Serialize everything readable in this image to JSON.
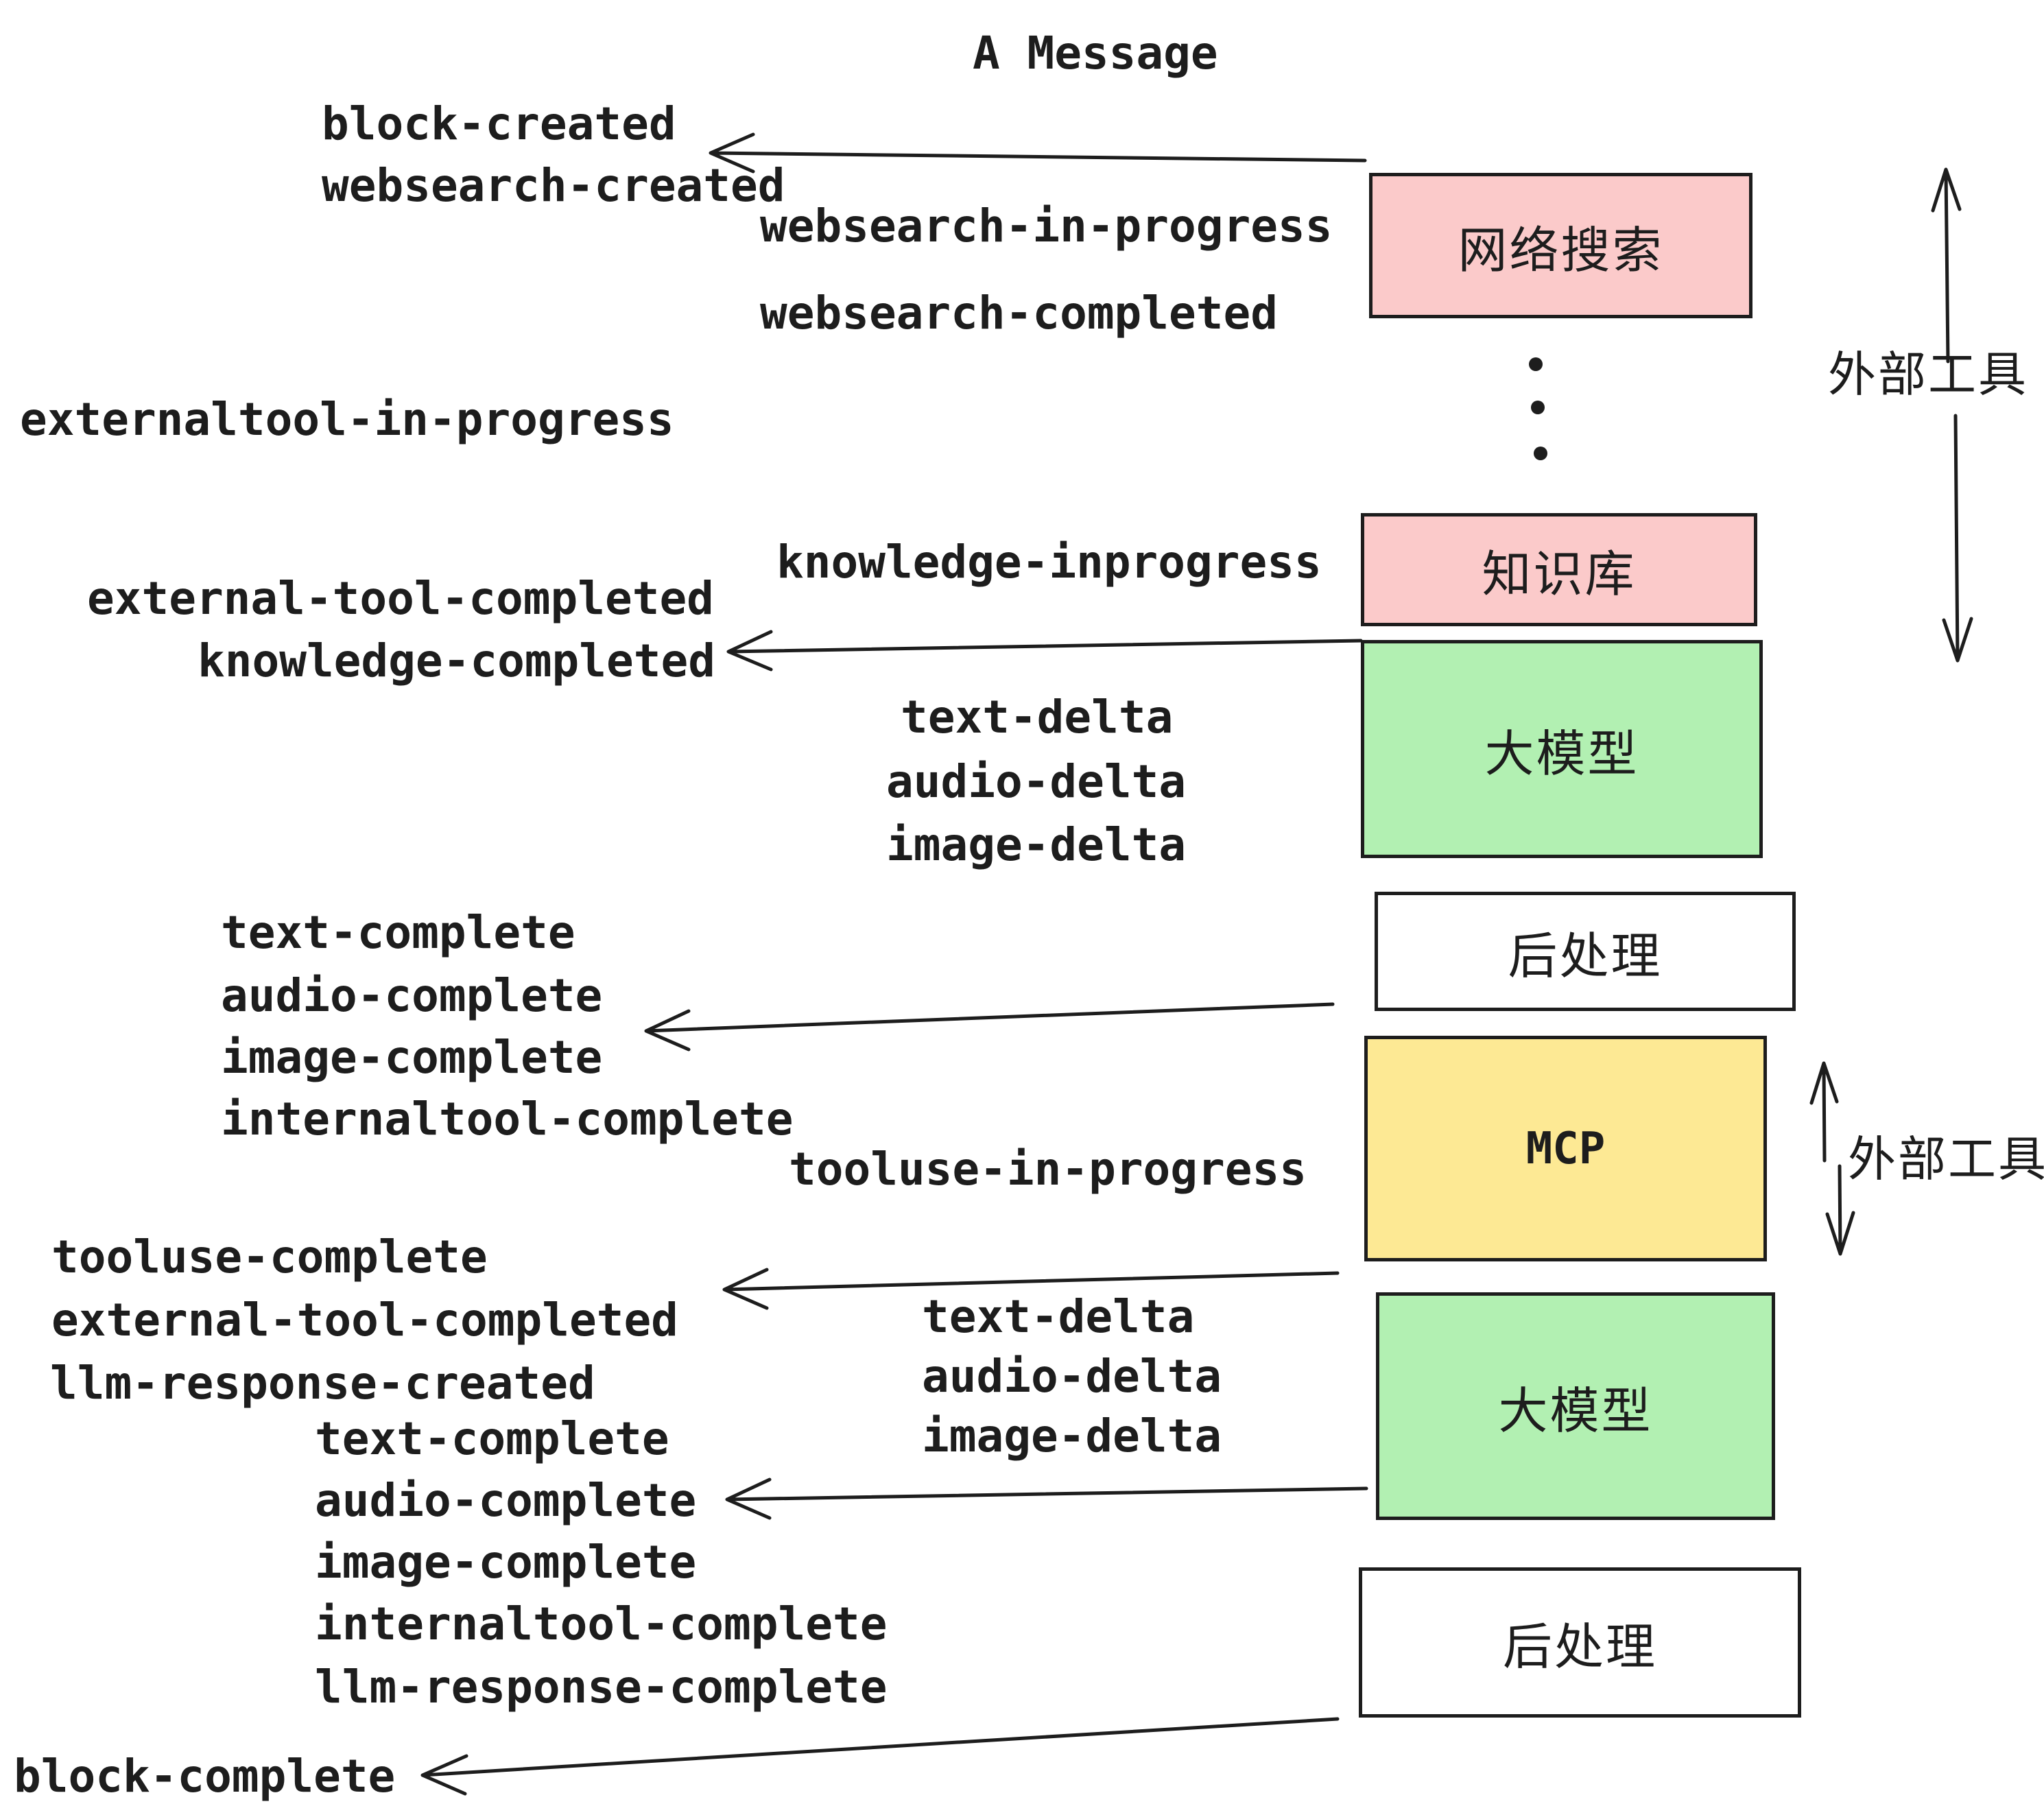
{
  "title": "A Message",
  "palette": {
    "ink": "#1d1d1d",
    "pink": "#fbcaca",
    "green": "#b2f0b2",
    "yellow": "#fde994",
    "paper": "#ffffff"
  },
  "boxes": {
    "websearch": "网络搜索",
    "knowledge": "知识库",
    "llm1": "大模型",
    "post1": "后处理",
    "mcp": "MCP",
    "llm2": "大模型",
    "post2": "后处理"
  },
  "side_labels": {
    "external_tools_1": "外部工具",
    "external_tools_2": "外部工具"
  },
  "events": {
    "block_created": "block-created",
    "websearch_created": "websearch-created",
    "websearch_in_progress": "websearch-in-progress",
    "websearch_completed": "websearch-completed",
    "externaltool_in_progress": "externaltool-in-progress",
    "knowledge_inprogress": "knowledge-inprogress",
    "external_tool_completed_1": "external-tool-completed",
    "knowledge_completed": "knowledge-completed",
    "text_delta_1": "text-delta",
    "audio_delta_1": "audio-delta",
    "image_delta_1": "image-delta",
    "text_complete_1": "text-complete",
    "audio_complete_1": "audio-complete",
    "image_complete_1": "image-complete",
    "internaltool_complete_1": "internaltool-complete",
    "tooluse_in_progress": "tooluse-in-progress",
    "tooluse_complete": "tooluse-complete",
    "external_tool_completed_2": "external-tool-completed",
    "llm_response_created": "llm-response-created",
    "text_delta_2": "text-delta",
    "audio_delta_2": "audio-delta",
    "image_delta_2": "image-delta",
    "text_complete_2": "text-complete",
    "audio_complete_2": "audio-complete",
    "image_complete_2": "image-complete",
    "internaltool_complete_2": "internaltool-complete",
    "llm_response_complete": "llm-response-complete",
    "block_complete": "block-complete"
  }
}
